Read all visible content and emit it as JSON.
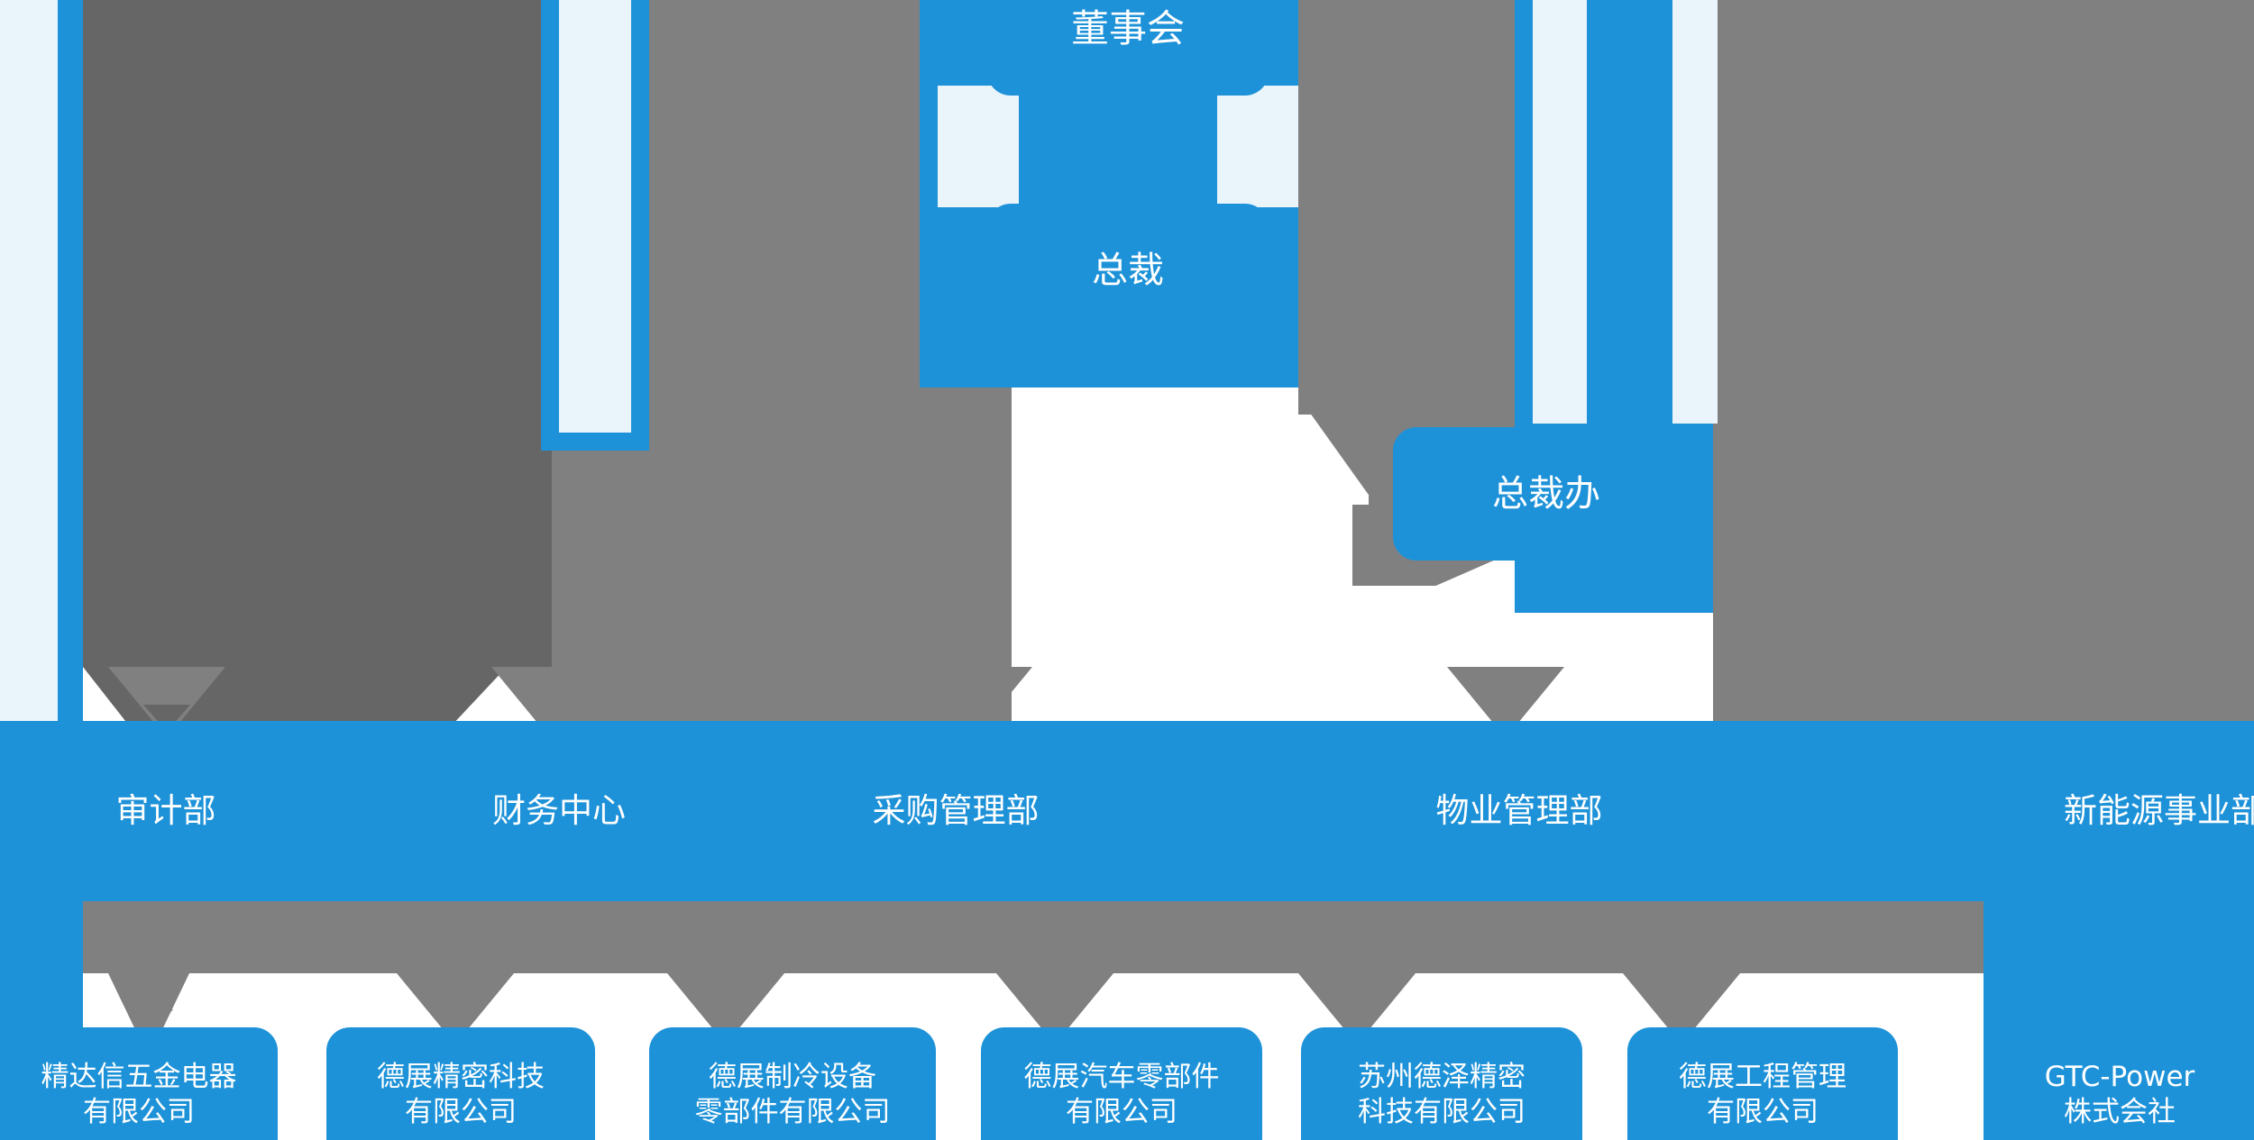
{
  "chart": {
    "type": "org-chart",
    "title": "",
    "colors": {
      "node_blue": "#1e92d8",
      "connector_gray": "#808080",
      "connector_gray_dark": "#666666",
      "text": "#ffffff",
      "background": "#ffffff"
    }
  },
  "levels": {
    "board": {
      "label": "董事会"
    },
    "president": {
      "label": "总裁"
    },
    "president_office": {
      "label": "总裁办"
    }
  },
  "departments": [
    {
      "label": "审计部"
    },
    {
      "label": "财务中心"
    },
    {
      "label": "采购管理部"
    },
    {
      "label": "物业管理部"
    },
    {
      "label": "新能源事业部"
    }
  ],
  "subsidiaries": [
    {
      "line1": "精达信五金电器",
      "line2": "有限公司"
    },
    {
      "line1": "德展精密科技",
      "line2": "有限公司"
    },
    {
      "line1": "德展制冷设备",
      "line2": "零部件有限公司"
    },
    {
      "line1": "德展汽车零部件",
      "line2": "有限公司"
    },
    {
      "line1": "苏州德泽精密",
      "line2": "科技有限公司"
    },
    {
      "line1": "德展工程管理",
      "line2": "有限公司"
    },
    {
      "line1": "GTC-Power",
      "line2": "株式会社"
    }
  ]
}
